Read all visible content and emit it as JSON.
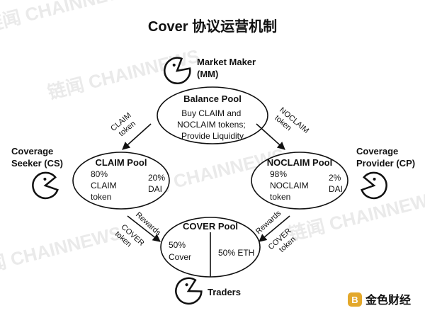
{
  "title": "Cover 协议运营机制",
  "watermark": {
    "text": "链闻 CHAINNEWS",
    "color": "#d9d9d9"
  },
  "logo": {
    "name": "金色财经",
    "accent": "#e3a82b"
  },
  "actors": {
    "market_maker": [
      "Market Maker",
      "(MM)"
    ],
    "coverage_seeker": [
      "Coverage",
      "Seeker (CS)"
    ],
    "coverage_provider": [
      "Coverage",
      "Provider (CP)"
    ],
    "traders": "Traders"
  },
  "pools": {
    "balance": {
      "title": "Balance Pool",
      "lines": [
        "Buy CLAIM and",
        "NOCLAIM tokens;",
        "Provide Liquidity"
      ]
    },
    "claim": {
      "title": "CLAIM Pool",
      "left": [
        "80%",
        "CLAIM",
        "token"
      ],
      "right": [
        "20%",
        "DAI"
      ]
    },
    "noclaim": {
      "title": "NOCLAIM Pool",
      "left": [
        "98%",
        "NOCLAIM",
        "token"
      ],
      "right": [
        "2%",
        "DAI"
      ]
    },
    "cover": {
      "title": "COVER Pool",
      "left": [
        "50%",
        "Cover"
      ],
      "right": "50% ETH"
    }
  },
  "arrow_labels": {
    "claim_token": [
      "CLAIM",
      "token"
    ],
    "noclaim_token": [
      "NOCLAIM",
      "token"
    ],
    "rewards": "Rewards",
    "cover_token": [
      "COVER",
      "token"
    ]
  },
  "colors": {
    "line": "#111111",
    "background": "#ffffff"
  },
  "icons": [
    "pacman-icon",
    "arrow-icon"
  ]
}
